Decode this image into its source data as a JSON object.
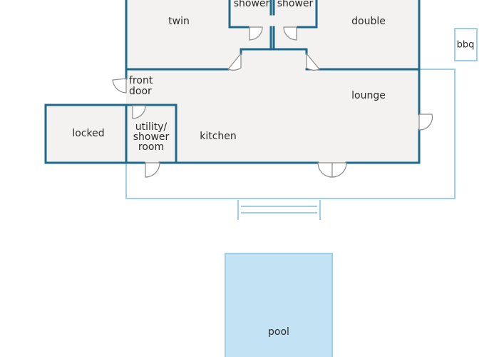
{
  "colors": {
    "wall": "#1e6a8c",
    "outdoor_outline": "#9fcfe6",
    "pool_fill": "#c3e3f5",
    "room_fill": "#f3f2f1",
    "door": "#8a8a8a",
    "text": "#2a2a2a"
  },
  "rooms": {
    "twin": "twin",
    "shower_left": "shower",
    "shower_right": "shower",
    "double": "double",
    "front_door": [
      "front",
      "door"
    ],
    "lounge": "lounge",
    "locked": "locked",
    "utility": [
      "utility/",
      "shower",
      "room"
    ],
    "kitchen": "kitchen"
  },
  "outdoor": {
    "bbq": "bbq",
    "pool": "pool"
  }
}
